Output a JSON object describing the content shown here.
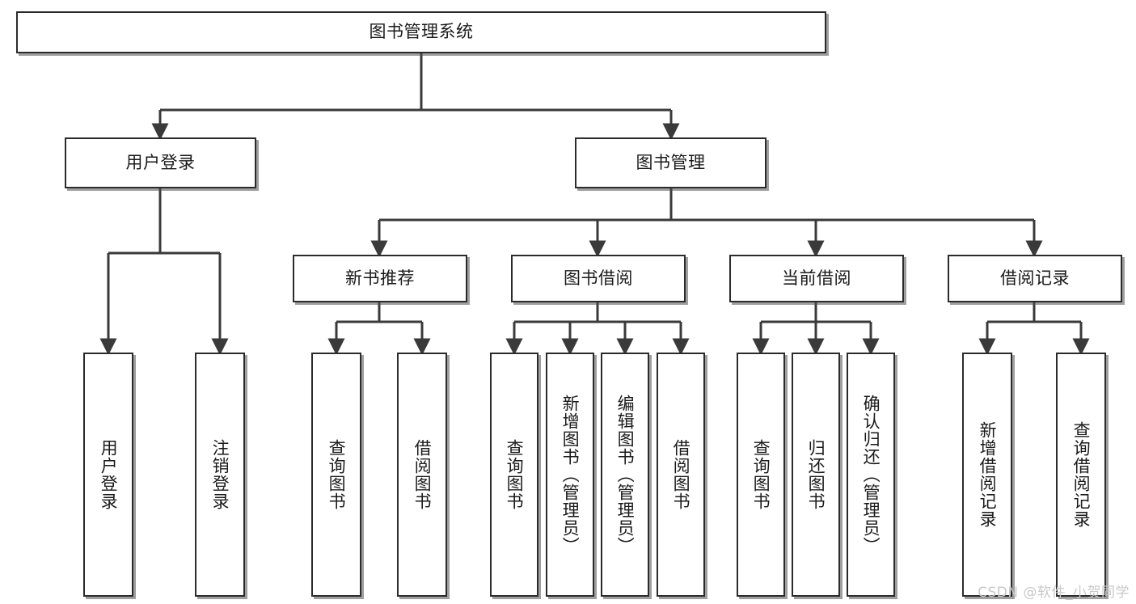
{
  "diagram": {
    "type": "tree-hierarchy",
    "title": "图书管理系统",
    "watermark": "CSDN @软件_小贺同学",
    "colors": {
      "box_border": "#2b2b2b",
      "box_fill": "#ffffff",
      "connector": "#3a3a3a",
      "text": "#1a1a1a",
      "watermark": "#c9c9c9"
    },
    "levels": {
      "level1": [
        {
          "id": "root",
          "label": "图书管理系统"
        }
      ],
      "level2": [
        {
          "id": "user-login",
          "label": "用户登录"
        },
        {
          "id": "book-manage",
          "label": "图书管理"
        }
      ],
      "level3": [
        {
          "id": "new-book-rec",
          "label": "新书推荐"
        },
        {
          "id": "book-borrow",
          "label": "图书借阅"
        },
        {
          "id": "current-borrow",
          "label": "当前借阅"
        },
        {
          "id": "borrow-record",
          "label": "借阅记录"
        }
      ],
      "level4": [
        {
          "id": "leaf-user-login",
          "label": "用户登录",
          "parent": "user-login"
        },
        {
          "id": "leaf-logout-login",
          "label": "注销登录",
          "parent": "user-login"
        },
        {
          "id": "leaf-query-book-1",
          "label": "查询图书",
          "parent": "new-book-rec"
        },
        {
          "id": "leaf-borrow-book-1",
          "label": "借阅图书",
          "parent": "new-book-rec"
        },
        {
          "id": "leaf-query-book-2",
          "label": "查询图书",
          "parent": "book-borrow"
        },
        {
          "id": "leaf-add-book",
          "label": "新增图书（管理员）",
          "parent": "book-borrow"
        },
        {
          "id": "leaf-edit-book",
          "label": "编辑图书（管理员）",
          "parent": "book-borrow"
        },
        {
          "id": "leaf-borrow-book-2",
          "label": "借阅图书",
          "parent": "book-borrow"
        },
        {
          "id": "leaf-query-book-3",
          "label": "查询图书",
          "parent": "current-borrow"
        },
        {
          "id": "leaf-return-book",
          "label": "归还图书",
          "parent": "current-borrow"
        },
        {
          "id": "leaf-confirm-return",
          "label": "确认归还（管理员）",
          "parent": "current-borrow"
        },
        {
          "id": "leaf-add-record",
          "label": "新增借阅记录",
          "parent": "borrow-record"
        },
        {
          "id": "leaf-query-record",
          "label": "查询借阅记录",
          "parent": "borrow-record"
        }
      ]
    }
  }
}
